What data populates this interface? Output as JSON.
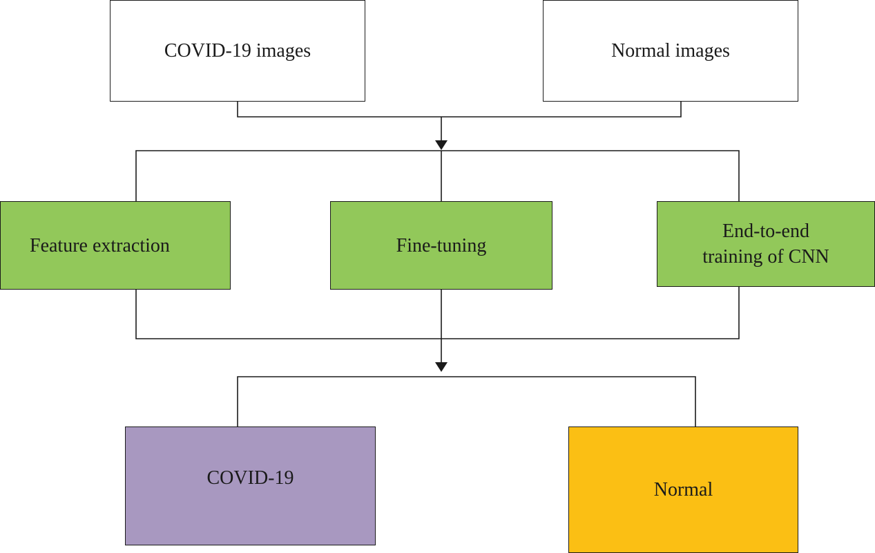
{
  "colors": {
    "input_fill": "#ffffff",
    "method_fill": "#92c85a",
    "covid_fill": "#a898c0",
    "normal_fill": "#fbbf14",
    "line": "#1a1a1a"
  },
  "inputs": {
    "covid_images": "COVID-19 images",
    "normal_images": "Normal images"
  },
  "methods": {
    "feature_extraction": "Feature extraction",
    "fine_tuning": "Fine-tuning",
    "end_to_end": "End-to-end\ntraining of CNN"
  },
  "outputs": {
    "covid": "COVID-19",
    "normal": "Normal"
  }
}
